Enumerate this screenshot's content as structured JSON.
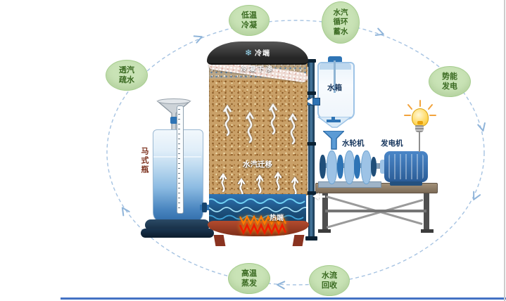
{
  "cycle_nodes": {
    "cold_condense": {
      "lines": [
        "低温",
        "冷凝"
      ]
    },
    "vapor_storage": {
      "lines": [
        "水汽",
        "循环",
        "蓄水"
      ]
    },
    "vapor_permeable": {
      "lines": [
        "透汽",
        "疏水"
      ]
    },
    "potential_power": {
      "lines": [
        "势能",
        "发电"
      ]
    },
    "hot_evaporation": {
      "lines": [
        "高温",
        "蒸发"
      ]
    },
    "water_recovery": {
      "lines": [
        "水流",
        "回收"
      ]
    }
  },
  "soil_column": {
    "cold_end": "冷端",
    "condensation_infiltration": "冷凝下渗",
    "vapor_migration": "水汽迁移",
    "hot_end": "热端"
  },
  "apparatus": {
    "mariotte_bottle": "马式瓶",
    "water_tank": "水箱",
    "water_turbine": "水轮机",
    "generator": "发电机"
  },
  "icons": {
    "snowflake": "❄"
  },
  "colors": {
    "node_fill": "#c9e3b6",
    "node_text": "#3a6a21",
    "sand": "#c9a068",
    "water_blue": "#2e74b5",
    "heater_red": "#ef1c00",
    "pipe_navy": "#12304a",
    "ring_dash": "#a6c3e2",
    "bottom_rule": "#4472c4"
  }
}
